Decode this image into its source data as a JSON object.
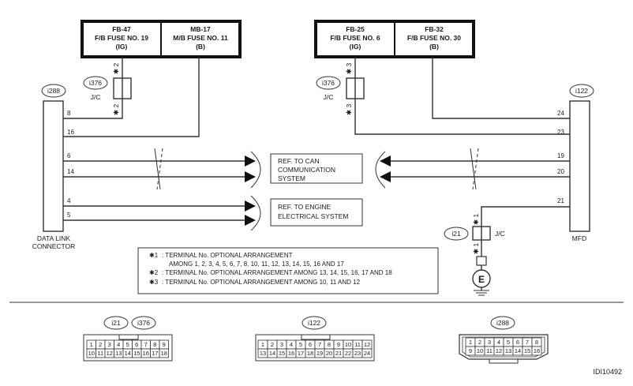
{
  "fuses": {
    "fb47": {
      "line1": "FB-47",
      "line2": "F/B FUSE NO. 19",
      "line3": "(IG)"
    },
    "mb17": {
      "line1": "MB-17",
      "line2": "M/B FUSE NO. 11",
      "line3": "(B)"
    },
    "fb25": {
      "line1": "FB-25",
      "line2": "F/B FUSE NO. 6",
      "line3": "(IG)"
    },
    "fb32": {
      "line1": "FB-32",
      "line2": "F/B FUSE NO. 30",
      "line3": "(B)"
    }
  },
  "connectors": {
    "i288": "i288",
    "i376": "i376",
    "i122": "i122",
    "i21": "i21",
    "jc": "J/C"
  },
  "components": {
    "data_link_line1": "DATA LINK",
    "data_link_line2": "CONNECTOR",
    "mfd": "MFD"
  },
  "marks": {
    "star1": "✱ 1",
    "star2": "✱ 2",
    "star3": "✱ 3"
  },
  "pins_left": [
    "8",
    "16",
    "6",
    "14",
    "4",
    "5"
  ],
  "pins_right": [
    "24",
    "23",
    "19",
    "20",
    "21"
  ],
  "refs": {
    "can_line1": "REF. TO CAN",
    "can_line2": "COMMUNICATION",
    "can_line3": "SYSTEM",
    "eng_line1": "REF. TO ENGINE",
    "eng_line2": "ELECTRICAL SYSTEM"
  },
  "notes": {
    "n1_mark": "✱1",
    "n1_text": ": TERMINAL No. OPTIONAL ARRANGEMENT",
    "n1_text2": "AMONG 1, 2, 3, 4, 5, 6, 7, 8, 10, 11, 12, 13, 14, 15, 16 AND 17",
    "n2_mark": "✱2",
    "n2_text": ": TERMINAL No. OPTIONAL ARRANGEMENT AMONG 13, 14, 15, 16, 17 AND 18",
    "n3_mark": "✱3",
    "n3_text": ": TERMINAL No. OPTIONAL ARRANGEMENT AMONG 10, 11 AND 12"
  },
  "ground_label": "E",
  "faces": {
    "a_row1": [
      "1",
      "2",
      "3",
      "4",
      "5",
      "6",
      "7",
      "8",
      "9"
    ],
    "a_row2": [
      "10",
      "11",
      "12",
      "13",
      "14",
      "15",
      "16",
      "17",
      "18"
    ],
    "b_row1": [
      "1",
      "2",
      "3",
      "4",
      "5",
      "6",
      "7",
      "8",
      "9",
      "10",
      "11",
      "12"
    ],
    "b_row2": [
      "13",
      "14",
      "15",
      "16",
      "17",
      "18",
      "19",
      "20",
      "21",
      "22",
      "23",
      "24"
    ],
    "c_row1": [
      "1",
      "2",
      "3",
      "4",
      "5",
      "6",
      "7",
      "8"
    ],
    "c_row2": [
      "9",
      "10",
      "11",
      "12",
      "13",
      "14",
      "15",
      "16"
    ]
  },
  "diagram_id": "IDI10492"
}
